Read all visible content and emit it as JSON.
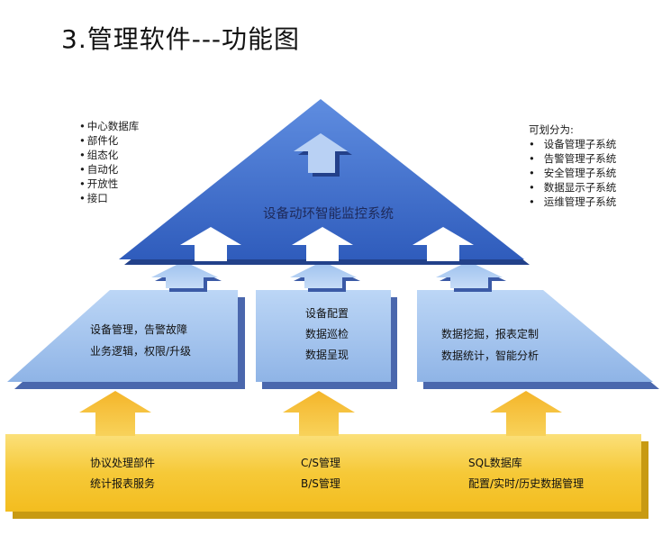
{
  "title": "3.管理软件---功能图",
  "left_features": [
    "中心数据库",
    "部件化",
    "组态化",
    "自动化",
    "开放性",
    "接口"
  ],
  "right_heading": "可划分为:",
  "right_features": [
    "设备管理子系统",
    "告警管理子系统",
    "安全管理子系统",
    "数据显示子系统",
    "运维管理子系统"
  ],
  "top_system": "设备动环智能监控系统",
  "middle": {
    "left": [
      "设备管理，告警故障",
      "业务逻辑，权限/升级"
    ],
    "center": [
      "设备配置",
      "数据巡检",
      "数据呈现"
    ],
    "right": [
      "数据挖掘，报表定制",
      "数据统计，智能分析"
    ]
  },
  "bottom": {
    "left": [
      "协议处理部件",
      "统计报表服务"
    ],
    "center": [
      "C/S管理",
      "B/S管理"
    ],
    "right": [
      "SQL数据库",
      "配置/实时/历史数据管理"
    ]
  },
  "colors": {
    "top_blue": "#3a6ac8",
    "mid_blue": "#a6c6ee",
    "shadow_blue": "#34519a",
    "bottom_yellow": "#f7cc45",
    "arrow_orange": "#f2a81e"
  }
}
